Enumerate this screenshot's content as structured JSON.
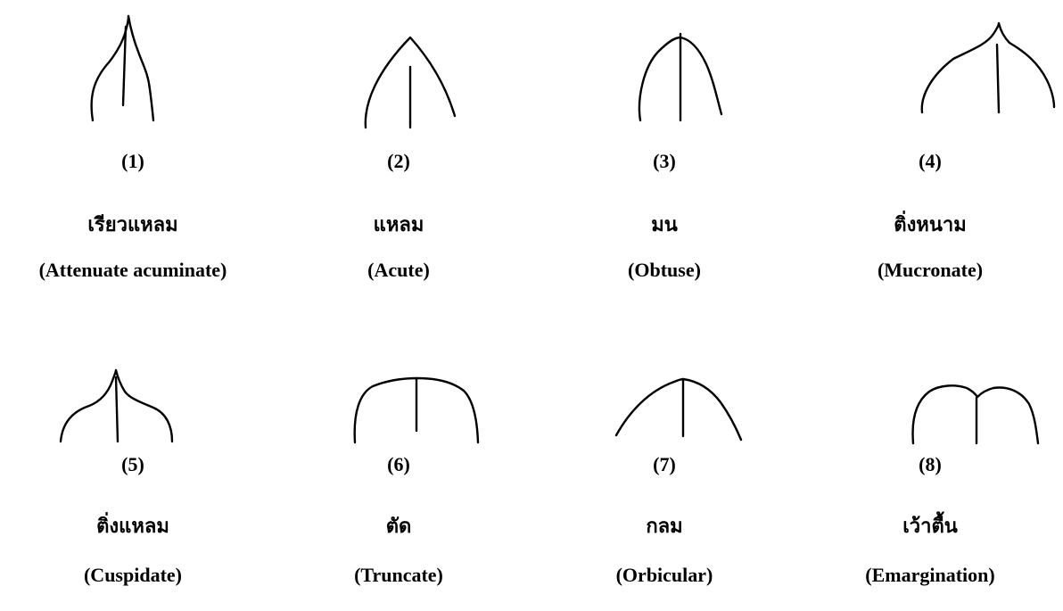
{
  "items": [
    {
      "number": "(1)",
      "thai": "เรียวแหลม",
      "english": "(Attenuate acuminate)"
    },
    {
      "number": "(2)",
      "thai": "แหลม",
      "english": "(Acute)"
    },
    {
      "number": "(3)",
      "thai": "มน",
      "english": "(Obtuse)"
    },
    {
      "number": "(4)",
      "thai": "ติ่งหนาม",
      "english": "(Mucronate)"
    },
    {
      "number": "(5)",
      "thai": "ติ่งแหลม",
      "english": "(Cuspidate)"
    },
    {
      "number": "(6)",
      "thai": "ตัด",
      "english": "(Truncate)"
    },
    {
      "number": "(7)",
      "thai": "กลม",
      "english": "(Orbicular)"
    },
    {
      "number": "(8)",
      "thai": "เว้าตื้น",
      "english": "(Emargination)"
    }
  ]
}
